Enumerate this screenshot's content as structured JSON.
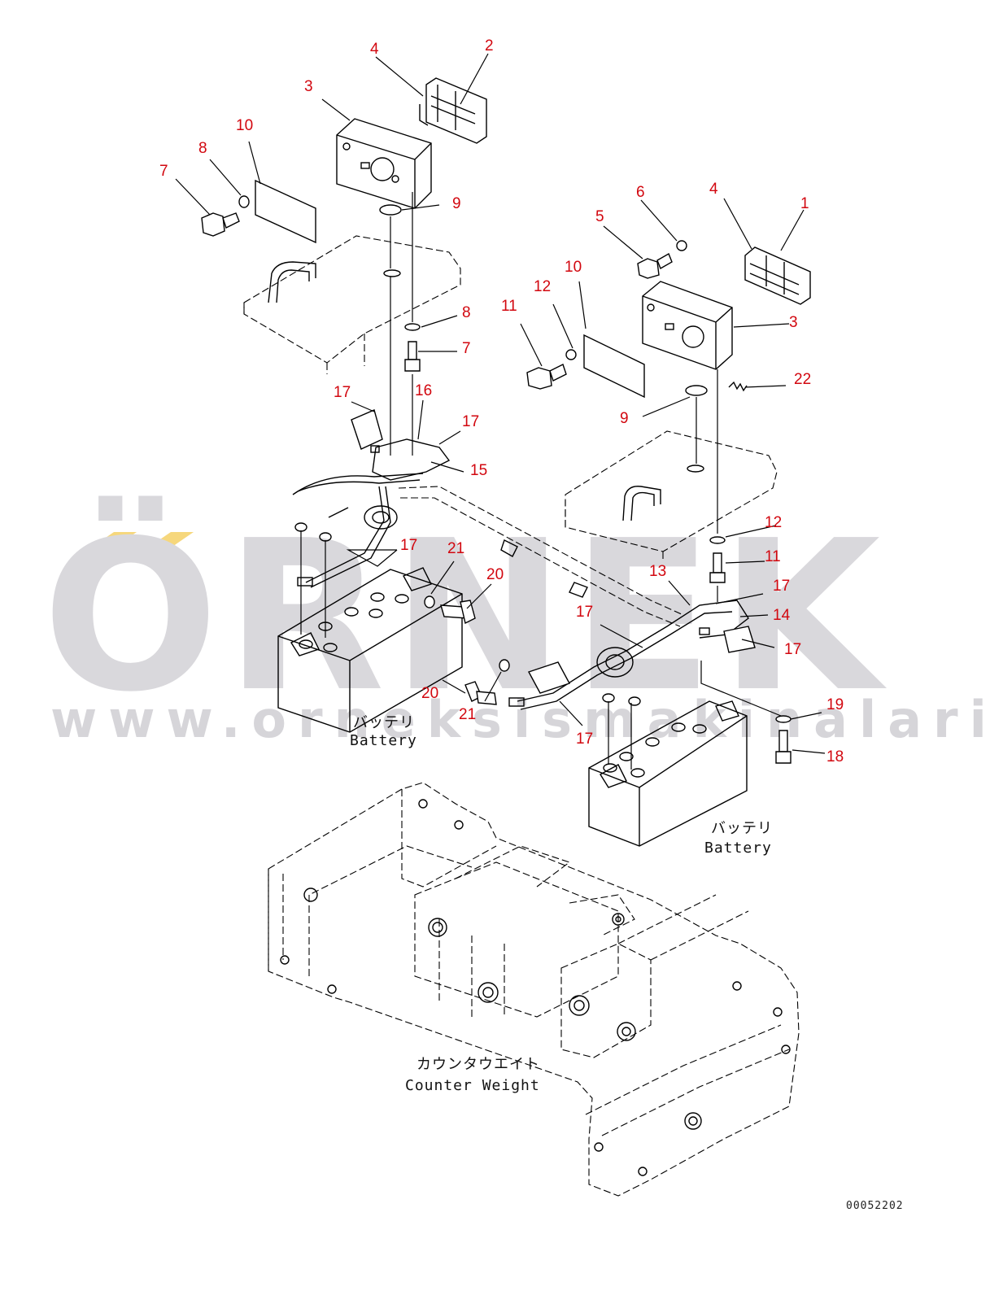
{
  "watermark": {
    "brand": "ÖRNEK",
    "url": "www.orneksismakinalari.com.tr",
    "accent_color": "#f6d77c",
    "text_color": "#d9d8dc"
  },
  "captions": {
    "battery_left_jp": "バッテリ",
    "battery_left_en": "Battery",
    "battery_right_jp": "バッテリ",
    "battery_right_en": "Battery",
    "counterweight_jp": "カウンタウエイト",
    "counterweight_en": "Counter Weight"
  },
  "document_number": "00052202",
  "part_labels": {
    "l_4": "4",
    "l_2": "2",
    "l_3a": "3",
    "l_10a": "10",
    "l_8a": "8",
    "l_7a": "7",
    "l_9a": "9",
    "l_8b": "8",
    "l_7b": "7",
    "l_17a": "17",
    "l_16": "16",
    "l_17b": "17",
    "l_15": "15",
    "l_17c": "17",
    "l_21a": "21",
    "l_20a": "20",
    "l_6": "6",
    "l_4b": "4",
    "l_1": "1",
    "l_5": "5",
    "l_10b": "10",
    "l_12a": "12",
    "l_11a": "11",
    "l_3b": "3",
    "l_22": "22",
    "l_9b": "9",
    "l_12b": "12",
    "l_11b": "11",
    "l_13": "13",
    "l_17d": "17",
    "l_14": "14",
    "l_17e": "17",
    "l_17f": "17",
    "l_20b": "20",
    "l_21b": "21",
    "l_17g": "17",
    "l_19": "19",
    "l_18": "18"
  }
}
